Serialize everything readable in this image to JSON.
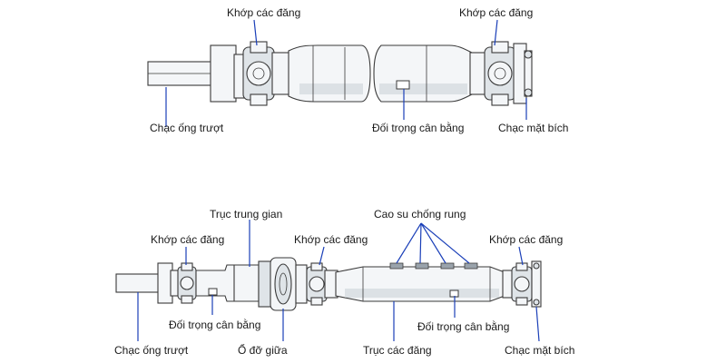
{
  "top": {
    "label_ujoint_left": "Khớp các đăng",
    "label_ujoint_right": "Khớp các đăng",
    "label_slip_yoke": "Chạc ống trượt",
    "label_balance_weight": "Đối trọng cân bằng",
    "label_flange_yoke": "Chạc mặt bích"
  },
  "bottom": {
    "label_intermediate_shaft": "Trục trung gian",
    "label_rubber_dampers": "Cao su chống rung",
    "label_ujoint_left": "Khớp các đăng",
    "label_ujoint_middle": "Khớp các đăng",
    "label_ujoint_right": "Khớp các đăng",
    "label_balance_weight_left": "Đối trọng cân bằng",
    "label_balance_weight_right": "Đối trọng cân bằng",
    "label_slip_yoke": "Chạc ống trượt",
    "label_center_bearing": "Ổ đỡ giữa",
    "label_propeller_shaft": "Trục các đăng",
    "label_flange_yoke": "Chạc mặt bích"
  },
  "colors": {
    "leader_line": "#1a3fb8",
    "outline": "#3a3a3a",
    "part_fill": "#f4f6f8",
    "text": "#1a1a1a"
  }
}
